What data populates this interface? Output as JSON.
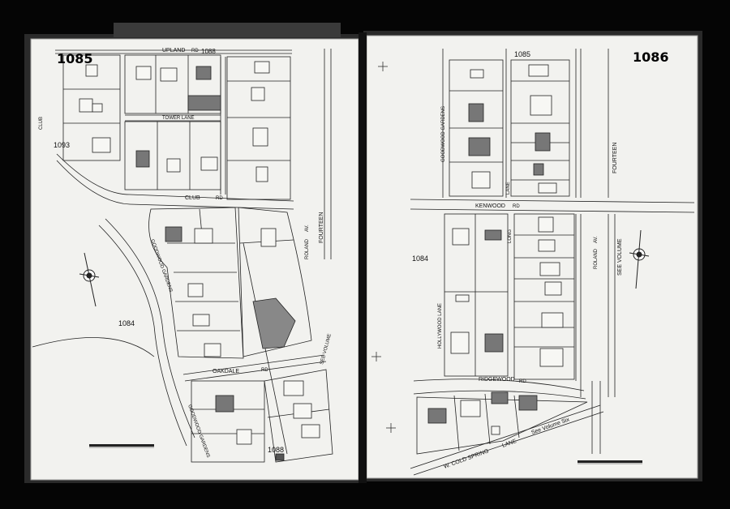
{
  "left_page": {
    "sheet_number": "1085",
    "streets": {
      "upland": "UPLAND",
      "upland_rd": "RD",
      "tower_lane": "TOWER   LANE",
      "club_rd": "CLUB",
      "club_rd_suffix": "RD",
      "goodwood_gardens": "GOODWOOD  GARDENS",
      "oakdale_rd": "OAKDALE",
      "oakdale_rd_suffix": "RD",
      "roland_av": "ROLAND",
      "roland_av_suffix": "AV.",
      "fourteen": "FOURTEEN",
      "goodwood_gardens_lower": "GOODWOOD  GARDENS",
      "club_side": "CLUB",
      "see_volume": "SEE    VOLUME"
    },
    "adjacent_refs": {
      "top": "1088",
      "left": "1093",
      "lower_left": "1084",
      "bottom": "1088"
    }
  },
  "right_page": {
    "sheet_number": "1086",
    "streets": {
      "goodwood_gardens": "GOODWOOD  GARDENS",
      "lane": "LANE",
      "kenwood_rd": "KENWOOD",
      "kenwood_rd_suffix": "RD",
      "fourteen": "FOURTEEN",
      "roland_av": "ROLAND",
      "roland_av_suffix": "AV.",
      "see_volume": "SEE    VOLUME",
      "hollywood_lane": "HOLLYWOOD  LANE",
      "long_lane": "LONG",
      "ridgewood_rd": "RIDGEWOOD",
      "ridgewood_rd_suffix": "RD",
      "w_cold_spring": "W. COLD SPRING",
      "w_cold_spring_lane": "LANE",
      "see_volume_six": "See Volume Six"
    },
    "adjacent_refs": {
      "top": "1085",
      "left": "1084"
    }
  },
  "colors": {
    "paper": "#f3f3f1",
    "ink": "#1a1a1a",
    "shaded_building": "#7a7a7a",
    "background": "#050505"
  }
}
